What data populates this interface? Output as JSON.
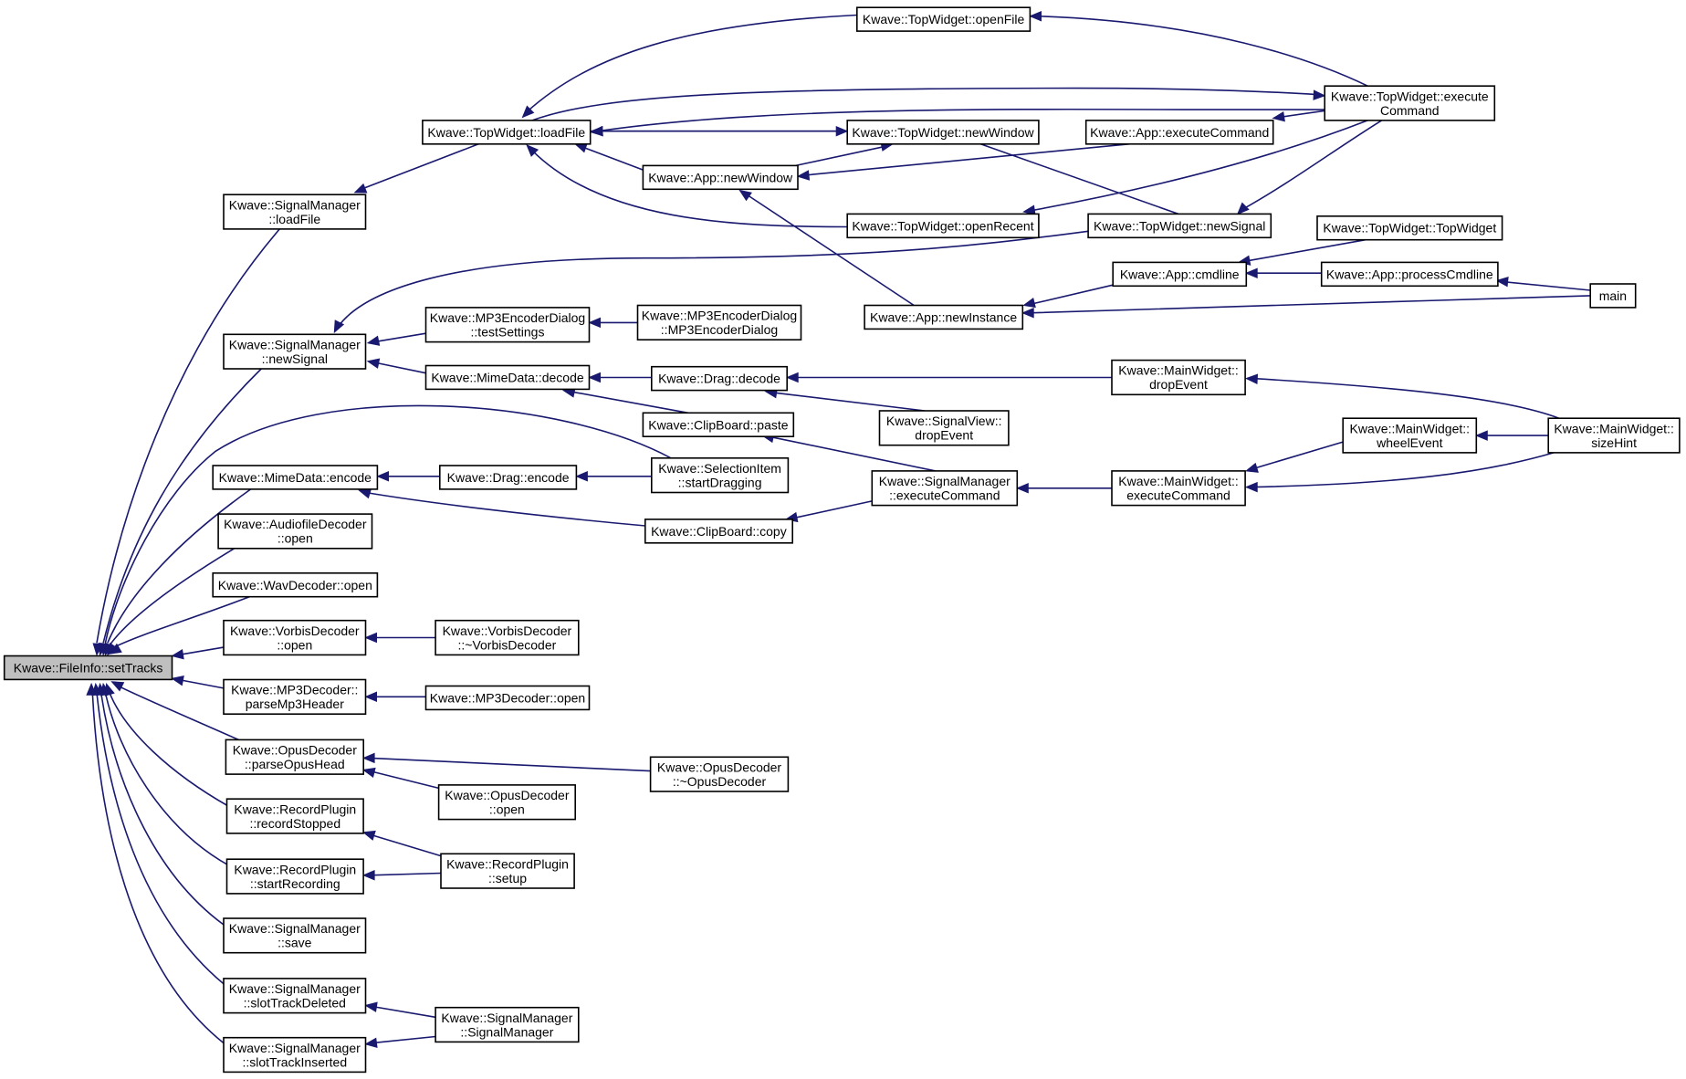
{
  "diagram": {
    "colors": {
      "edge": "#191970",
      "root_fill": "#bfbfbf",
      "node_fill": "#ffffff",
      "border": "#000000"
    },
    "nodes": [
      {
        "id": "setTracks",
        "lines": [
          "Kwave::FileInfo::setTracks"
        ]
      },
      {
        "id": "smLoadFile",
        "lines": [
          "Kwave::SignalManager",
          "::loadFile"
        ]
      },
      {
        "id": "smNewSignal",
        "lines": [
          "Kwave::SignalManager",
          "::newSignal"
        ]
      },
      {
        "id": "mimeEncode",
        "lines": [
          "Kwave::MimeData::encode"
        ]
      },
      {
        "id": "afdOpen",
        "lines": [
          "Kwave::AudiofileDecoder",
          "::open"
        ]
      },
      {
        "id": "wavOpen",
        "lines": [
          "Kwave::WavDecoder::open"
        ]
      },
      {
        "id": "vorbisOpen",
        "lines": [
          "Kwave::VorbisDecoder",
          "::open"
        ]
      },
      {
        "id": "mp3Parse",
        "lines": [
          "Kwave::MP3Decoder::",
          "parseMp3Header"
        ]
      },
      {
        "id": "opusParse",
        "lines": [
          "Kwave::OpusDecoder",
          "::parseOpusHead"
        ]
      },
      {
        "id": "recStopped",
        "lines": [
          "Kwave::RecordPlugin",
          "::recordStopped"
        ]
      },
      {
        "id": "recStart",
        "lines": [
          "Kwave::RecordPlugin",
          "::startRecording"
        ]
      },
      {
        "id": "smSave",
        "lines": [
          "Kwave::SignalManager",
          "::save"
        ]
      },
      {
        "id": "smTrackDel",
        "lines": [
          "Kwave::SignalManager",
          "::slotTrackDeleted"
        ]
      },
      {
        "id": "smTrackIns",
        "lines": [
          "Kwave::SignalManager",
          "::slotTrackInserted"
        ]
      },
      {
        "id": "twLoadFile",
        "lines": [
          "Kwave::TopWidget::loadFile"
        ]
      },
      {
        "id": "mp3EncTest",
        "lines": [
          "Kwave::MP3EncoderDialog",
          "::testSettings"
        ]
      },
      {
        "id": "mimeDecode",
        "lines": [
          "Kwave::MimeData::decode"
        ]
      },
      {
        "id": "dragEncode",
        "lines": [
          "Kwave::Drag::encode"
        ]
      },
      {
        "id": "cbCopy",
        "lines": [
          "Kwave::ClipBoard::copy"
        ]
      },
      {
        "id": "vorbisCtor",
        "lines": [
          "Kwave::VorbisDecoder",
          "::~VorbisDecoder"
        ]
      },
      {
        "id": "mp3Open",
        "lines": [
          "Kwave::MP3Decoder::open"
        ]
      },
      {
        "id": "opusDtor",
        "lines": [
          "Kwave::OpusDecoder",
          "::~OpusDecoder"
        ]
      },
      {
        "id": "opusOpen",
        "lines": [
          "Kwave::OpusDecoder",
          "::open"
        ]
      },
      {
        "id": "recSetup",
        "lines": [
          "Kwave::RecordPlugin",
          "::setup"
        ]
      },
      {
        "id": "smCtor",
        "lines": [
          "Kwave::SignalManager",
          "::SignalManager"
        ]
      },
      {
        "id": "twOpenFile",
        "lines": [
          "Kwave::TopWidget::openFile"
        ]
      },
      {
        "id": "twNewWindow",
        "lines": [
          "Kwave::TopWidget::newWindow"
        ]
      },
      {
        "id": "appNewWindow",
        "lines": [
          "Kwave::App::newWindow"
        ]
      },
      {
        "id": "twOpenRecent",
        "lines": [
          "Kwave::TopWidget::openRecent"
        ]
      },
      {
        "id": "mp3EncCtor",
        "lines": [
          "Kwave::MP3EncoderDialog",
          "::MP3EncoderDialog"
        ]
      },
      {
        "id": "dragDecode",
        "lines": [
          "Kwave::Drag::decode"
        ]
      },
      {
        "id": "cbPaste",
        "lines": [
          "Kwave::ClipBoard::paste"
        ]
      },
      {
        "id": "selStartDrag",
        "lines": [
          "Kwave::SelectionItem",
          "::startDragging"
        ]
      },
      {
        "id": "smExecCmd",
        "lines": [
          "Kwave::SignalManager",
          "::executeCommand"
        ]
      },
      {
        "id": "appExecCmd",
        "lines": [
          "Kwave::App::executeCommand"
        ]
      },
      {
        "id": "twNewSignal",
        "lines": [
          "Kwave::TopWidget::newSignal"
        ]
      },
      {
        "id": "appNewInst",
        "lines": [
          "Kwave::App::newInstance"
        ]
      },
      {
        "id": "svDropEvent",
        "lines": [
          "Kwave::SignalView::",
          "dropEvent"
        ]
      },
      {
        "id": "twExecCmd",
        "lines": [
          "Kwave::TopWidget::execute",
          "Command"
        ]
      },
      {
        "id": "appCmdline",
        "lines": [
          "Kwave::App::cmdline"
        ]
      },
      {
        "id": "mwDropEvent",
        "lines": [
          "Kwave::MainWidget::",
          "dropEvent"
        ]
      },
      {
        "id": "mwExecCmd",
        "lines": [
          "Kwave::MainWidget::",
          "executeCommand"
        ]
      },
      {
        "id": "twCtor",
        "lines": [
          "Kwave::TopWidget::TopWidget"
        ]
      },
      {
        "id": "appProcCmd",
        "lines": [
          "Kwave::App::processCmdline"
        ]
      },
      {
        "id": "mwWheel",
        "lines": [
          "Kwave::MainWidget::",
          "wheelEvent"
        ]
      },
      {
        "id": "main",
        "lines": [
          "main"
        ]
      },
      {
        "id": "mwSizeHint",
        "lines": [
          "Kwave::MainWidget::",
          "sizeHint"
        ]
      }
    ],
    "edges": [
      {
        "from": "smLoadFile",
        "to": "setTracks"
      },
      {
        "from": "smNewSignal",
        "to": "setTracks"
      },
      {
        "from": "selStartDrag",
        "to": "setTracks"
      },
      {
        "from": "mimeEncode",
        "to": "setTracks"
      },
      {
        "from": "afdOpen",
        "to": "setTracks"
      },
      {
        "from": "wavOpen",
        "to": "setTracks"
      },
      {
        "from": "vorbisOpen",
        "to": "setTracks"
      },
      {
        "from": "mp3Parse",
        "to": "setTracks"
      },
      {
        "from": "opusParse",
        "to": "setTracks"
      },
      {
        "from": "recStopped",
        "to": "setTracks"
      },
      {
        "from": "recStart",
        "to": "setTracks"
      },
      {
        "from": "smSave",
        "to": "setTracks"
      },
      {
        "from": "smTrackDel",
        "to": "setTracks"
      },
      {
        "from": "smTrackIns",
        "to": "setTracks"
      },
      {
        "from": "twLoadFile",
        "to": "smLoadFile"
      },
      {
        "from": "mp3EncTest",
        "to": "smNewSignal"
      },
      {
        "from": "mimeDecode",
        "to": "smNewSignal"
      },
      {
        "from": "twNewSignal",
        "to": "smNewSignal"
      },
      {
        "from": "dragEncode",
        "to": "mimeEncode"
      },
      {
        "from": "cbCopy",
        "to": "mimeEncode"
      },
      {
        "from": "vorbisCtor",
        "to": "vorbisOpen"
      },
      {
        "from": "mp3Open",
        "to": "mp3Parse"
      },
      {
        "from": "opusDtor",
        "to": "opusParse"
      },
      {
        "from": "opusOpen",
        "to": "opusParse"
      },
      {
        "from": "recSetup",
        "to": "recStopped"
      },
      {
        "from": "recSetup",
        "to": "recStart"
      },
      {
        "from": "smCtor",
        "to": "smTrackDel"
      },
      {
        "from": "smCtor",
        "to": "smTrackIns"
      },
      {
        "from": "twOpenFile",
        "to": "twLoadFile"
      },
      {
        "from": "twExecCmd",
        "to": "twLoadFile"
      },
      {
        "from": "twNewWindow",
        "to": "twLoadFile"
      },
      {
        "from": "appNewWindow",
        "to": "twLoadFile"
      },
      {
        "from": "twOpenRecent",
        "to": "twLoadFile"
      },
      {
        "from": "twLoadFile",
        "to": "twExecCmd"
      },
      {
        "from": "twLoadFile",
        "to": "twNewWindow"
      },
      {
        "from": "appNewWindow",
        "to": "twNewWindow"
      },
      {
        "from": "twExecCmd",
        "to": "twOpenFile"
      },
      {
        "from": "twExecCmd",
        "to": "appExecCmd"
      },
      {
        "from": "appExecCmd",
        "to": "appNewWindow"
      },
      {
        "from": "twNewWindow",
        "to": "twNewSignal"
      },
      {
        "from": "twExecCmd",
        "to": "twOpenRecent"
      },
      {
        "from": "twExecCmd",
        "to": "twNewSignal"
      },
      {
        "from": "appNewInst",
        "to": "appNewWindow"
      },
      {
        "from": "mp3EncCtor",
        "to": "mp3EncTest"
      },
      {
        "from": "dragDecode",
        "to": "mimeDecode"
      },
      {
        "from": "cbPaste",
        "to": "mimeDecode"
      },
      {
        "from": "mwDropEvent",
        "to": "dragDecode"
      },
      {
        "from": "svDropEvent",
        "to": "dragDecode"
      },
      {
        "from": "selStartDrag",
        "to": "dragEncode"
      },
      {
        "from": "smExecCmd",
        "to": "cbPaste"
      },
      {
        "from": "smExecCmd",
        "to": "cbCopy"
      },
      {
        "from": "mwExecCmd",
        "to": "smExecCmd"
      },
      {
        "from": "mwWheel",
        "to": "mwExecCmd"
      },
      {
        "from": "mwSizeHint",
        "to": "mwExecCmd"
      },
      {
        "from": "mwSizeHint",
        "to": "mwWheel"
      },
      {
        "from": "mwSizeHint",
        "to": "mwDropEvent"
      },
      {
        "from": "appCmdline",
        "to": "appNewInst"
      },
      {
        "from": "main",
        "to": "appNewInst"
      },
      {
        "from": "twCtor",
        "to": "appCmdline"
      },
      {
        "from": "appProcCmd",
        "to": "appCmdline"
      },
      {
        "from": "main",
        "to": "appProcCmd"
      }
    ]
  }
}
